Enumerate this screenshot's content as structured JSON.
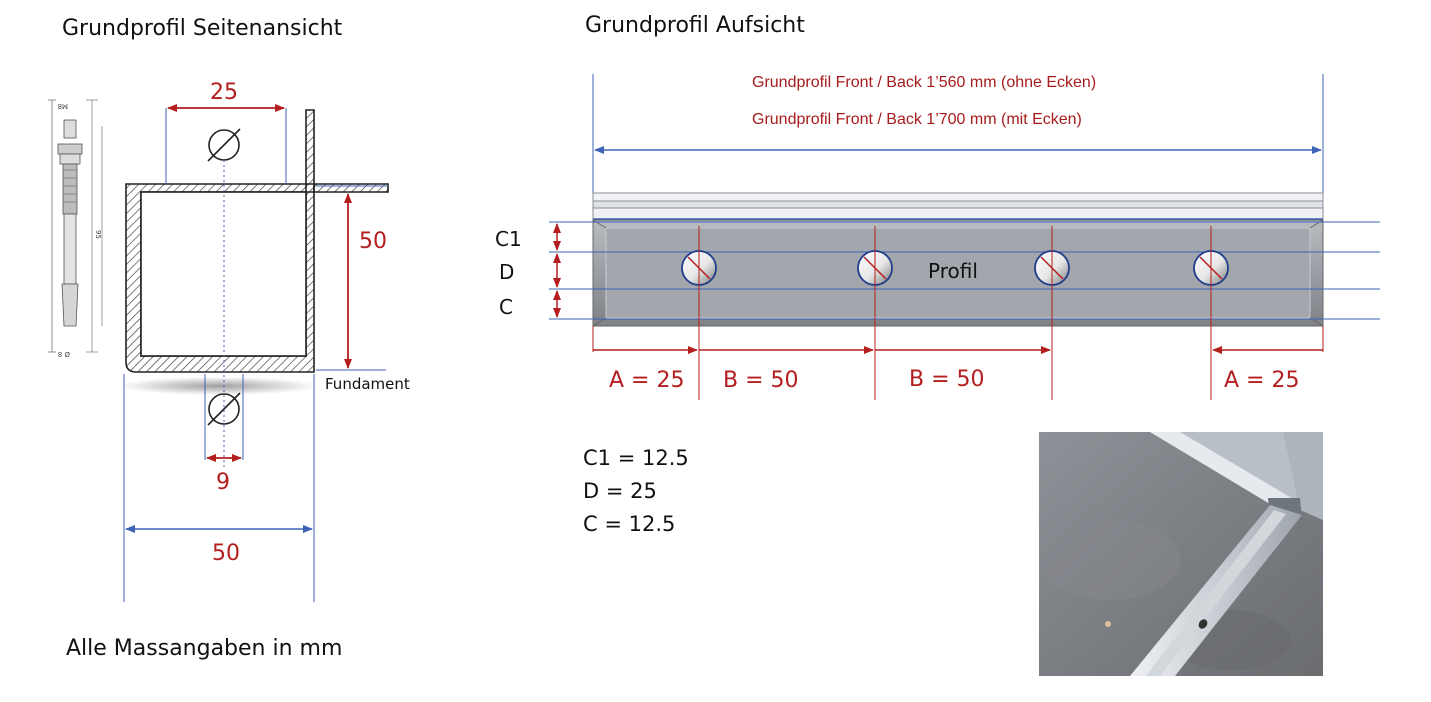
{
  "side_view": {
    "title": "Grundprofil Seitenansicht",
    "dim_top": "25",
    "dim_height": "50",
    "dim_hole": "9",
    "dim_width": "50",
    "foundation_label": "Fundament",
    "bolt_labels": {
      "m8": "M8",
      "length": "95",
      "diameter": "Ø 8"
    }
  },
  "top_view": {
    "title": "Grundprofil Aufsicht",
    "note_line1": "Grundprofil Front / Back 1’560 mm (ohne Ecken)",
    "note_line2": "Grundprofil Front / Back 1’700 mm (mit Ecken)",
    "profile_label": "Profil",
    "row_labels": [
      "C1",
      "D",
      "C"
    ],
    "bottom_dims": [
      "A = 25",
      "B = 50",
      "B = 50",
      "A = 25"
    ],
    "formulas": [
      "C1 = 12.5",
      "D = 25",
      "C = 12.5"
    ]
  },
  "footer": {
    "note": "Alle Massangaben in mm"
  },
  "colors": {
    "dimension_red": "#b41e1e",
    "dimension_blue": "#3d63b8",
    "profile_gray": "#9a9da3"
  },
  "photo": {
    "subject": "installed-profile-photo"
  }
}
